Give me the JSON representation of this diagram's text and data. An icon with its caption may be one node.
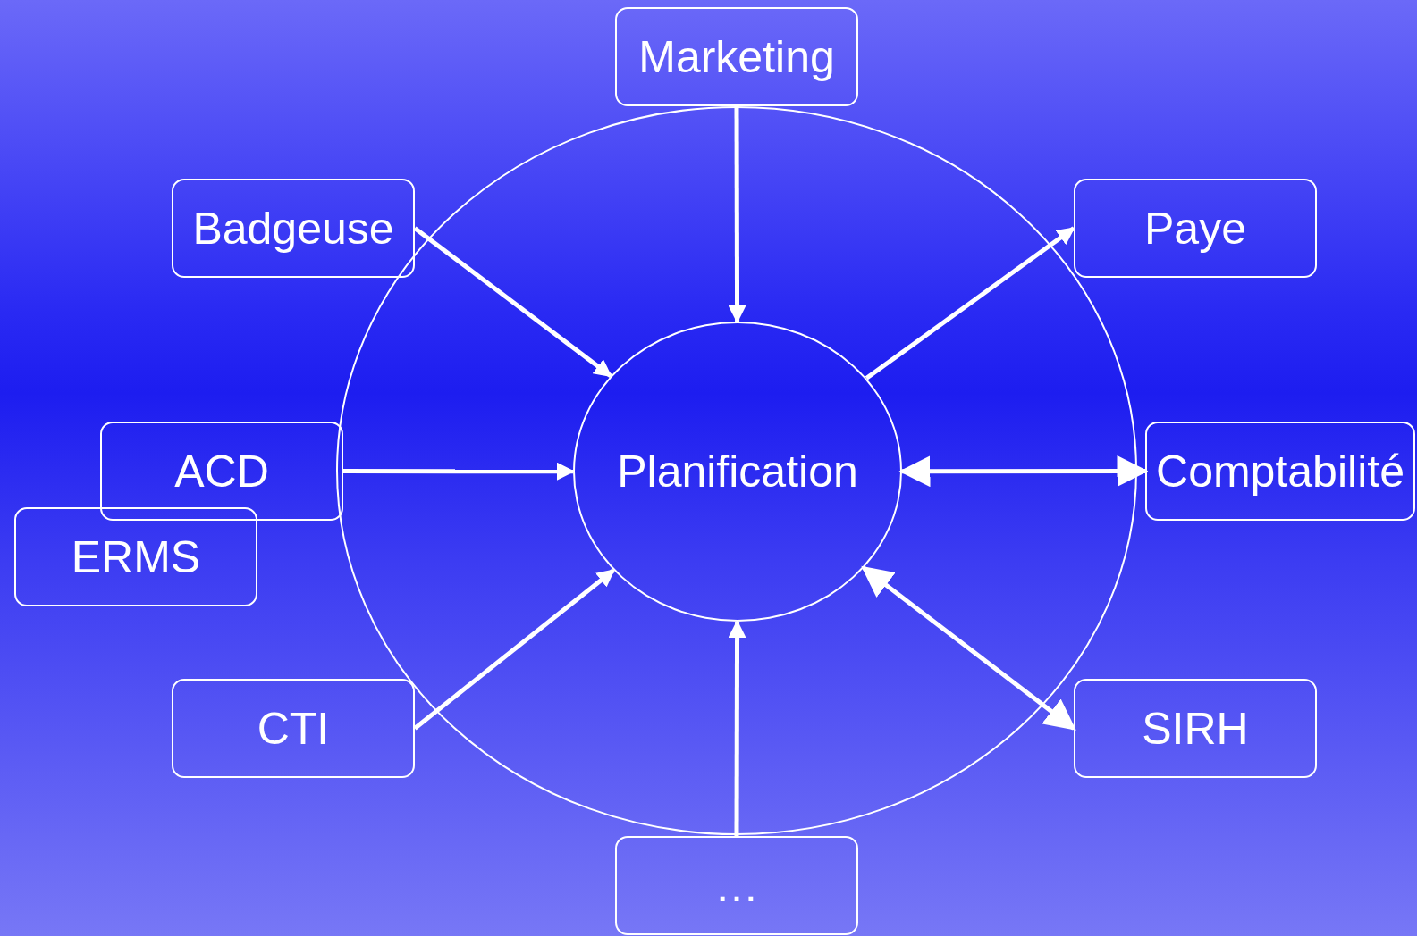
{
  "diagram": {
    "nodes": [
      {
        "text": [
          "Planification"
        ]
      },
      {
        "text": [
          "Marketing"
        ]
      },
      {
        "text": [
          "Badgeuse"
        ]
      },
      {
        "text": [
          "Paye"
        ]
      },
      {
        "text": [
          "ACD"
        ]
      },
      {
        "text": [
          "ERMS"
        ]
      },
      {
        "text": [
          "Comptabilité"
        ]
      },
      {
        "text": [
          "CTI"
        ]
      },
      {
        "text": [
          "SIRH"
        ]
      },
      {
        "text": [
          "…"
        ]
      }
    ],
    "edges": [
      {
        "from": 1,
        "to": 0,
        "arrow": "to"
      },
      {
        "from": 2,
        "to": 0,
        "arrow": "to"
      },
      {
        "from": 0,
        "to": 3,
        "arrow": "to"
      },
      {
        "from": 4,
        "to": 0,
        "arrow": "to"
      },
      {
        "from": 0,
        "to": 6,
        "arrow": "both"
      },
      {
        "from": 7,
        "to": 0,
        "arrow": "to"
      },
      {
        "from": 8,
        "to": 0,
        "arrow": "both"
      },
      {
        "from": 9,
        "to": 0,
        "arrow": "to"
      }
    ]
  }
}
